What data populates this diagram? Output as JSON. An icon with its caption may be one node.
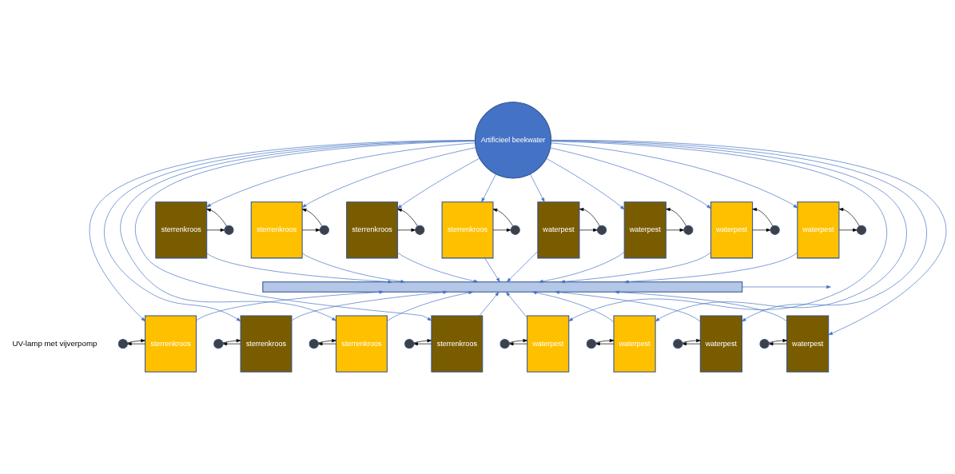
{
  "diagram": {
    "nodes": [
      {
        "text": [
          "Artificieel beekwater"
        ]
      },
      {
        "text": [
          "sterrenkroos"
        ]
      },
      {
        "text": [
          "sterrenkroos"
        ]
      },
      {
        "text": [
          "sterrenkroos"
        ]
      },
      {
        "text": [
          "sterrenkroos"
        ]
      },
      {
        "text": [
          "waterpest"
        ]
      },
      {
        "text": [
          "waterpest"
        ]
      },
      {
        "text": [
          "waterpest"
        ]
      },
      {
        "text": [
          "waterpest"
        ]
      },
      {
        "text": [],
        "shape": "bar"
      },
      {
        "text": [
          "sterrenkroos"
        ]
      },
      {
        "text": [
          "sterrenkroos"
        ]
      },
      {
        "text": [
          "sterrenkroos"
        ]
      },
      {
        "text": [
          "sterrenkroos"
        ]
      },
      {
        "text": [
          "waterpest"
        ]
      },
      {
        "text": [
          "waterpest"
        ]
      },
      {
        "text": [
          "waterpest"
        ]
      },
      {
        "text": [
          "waterpest"
        ]
      },
      {
        "text": [],
        "shape": "circle"
      },
      {
        "text": [],
        "shape": "circle"
      },
      {
        "text": [],
        "shape": "circle"
      },
      {
        "text": [],
        "shape": "circle"
      },
      {
        "text": [],
        "shape": "circle"
      },
      {
        "text": [],
        "shape": "circle"
      },
      {
        "text": [],
        "shape": "circle"
      },
      {
        "text": [],
        "shape": "circle"
      },
      {
        "text": [],
        "shape": "circle"
      },
      {
        "text": [],
        "shape": "circle"
      },
      {
        "text": [],
        "shape": "circle"
      },
      {
        "text": [],
        "shape": "circle"
      },
      {
        "text": [],
        "shape": "circle"
      },
      {
        "text": [],
        "shape": "circle"
      },
      {
        "text": [],
        "shape": "circle"
      },
      {
        "text": [],
        "shape": "circle"
      }
    ],
    "edges": [
      {
        "from": 0,
        "to": 1,
        "arrow": "to"
      },
      {
        "from": 0,
        "to": 2,
        "arrow": "to"
      },
      {
        "from": 0,
        "to": 3,
        "arrow": "to"
      },
      {
        "from": 0,
        "to": 4,
        "arrow": "to"
      },
      {
        "from": 0,
        "to": 5,
        "arrow": "to"
      },
      {
        "from": 0,
        "to": 6,
        "arrow": "to"
      },
      {
        "from": 0,
        "to": 7,
        "arrow": "to"
      },
      {
        "from": 0,
        "to": 8,
        "arrow": "to"
      },
      {
        "from": 0,
        "to": 10,
        "arrow": "to"
      },
      {
        "from": 0,
        "to": 11,
        "arrow": "to"
      },
      {
        "from": 0,
        "to": 12,
        "arrow": "to"
      },
      {
        "from": 0,
        "to": 13,
        "arrow": "to"
      },
      {
        "from": 0,
        "to": 14,
        "arrow": "to"
      },
      {
        "from": 0,
        "to": 15,
        "arrow": "to"
      },
      {
        "from": 0,
        "to": 16,
        "arrow": "to"
      },
      {
        "from": 0,
        "to": 17,
        "arrow": "to"
      },
      {
        "from": 1,
        "to": 9,
        "arrow": "to"
      },
      {
        "from": 2,
        "to": 9,
        "arrow": "to"
      },
      {
        "from": 3,
        "to": 9,
        "arrow": "to"
      },
      {
        "from": 4,
        "to": 9,
        "arrow": "to"
      },
      {
        "from": 5,
        "to": 9,
        "arrow": "to"
      },
      {
        "from": 6,
        "to": 9,
        "arrow": "to"
      },
      {
        "from": 7,
        "to": 9,
        "arrow": "to"
      },
      {
        "from": 8,
        "to": 9,
        "arrow": "to"
      },
      {
        "from": 10,
        "to": 9,
        "arrow": "to"
      },
      {
        "from": 11,
        "to": 9,
        "arrow": "to"
      },
      {
        "from": 12,
        "to": 9,
        "arrow": "to"
      },
      {
        "from": 13,
        "to": 9,
        "arrow": "to"
      },
      {
        "from": 14,
        "to": 9,
        "arrow": "to"
      },
      {
        "from": 15,
        "to": 9,
        "arrow": "to"
      },
      {
        "from": 16,
        "to": 9,
        "arrow": "to"
      },
      {
        "from": 17,
        "to": 9,
        "arrow": "to"
      },
      {
        "from": 9,
        "to": null,
        "arrow": "to"
      },
      {
        "from": 1,
        "to": 18,
        "arrow": "to",
        "color": "#000000"
      },
      {
        "from": 18,
        "to": 1,
        "arrow": "to",
        "color": "#000000"
      },
      {
        "from": 2,
        "to": 19,
        "arrow": "to",
        "color": "#000000"
      },
      {
        "from": 19,
        "to": 2,
        "arrow": "to",
        "color": "#000000"
      },
      {
        "from": 3,
        "to": 20,
        "arrow": "to",
        "color": "#000000"
      },
      {
        "from": 20,
        "to": 3,
        "arrow": "to",
        "color": "#000000"
      },
      {
        "from": 4,
        "to": 21,
        "arrow": "to",
        "color": "#000000"
      },
      {
        "from": 21,
        "to": 4,
        "arrow": "to",
        "color": "#000000"
      },
      {
        "from": 5,
        "to": 22,
        "arrow": "to",
        "color": "#000000"
      },
      {
        "from": 22,
        "to": 5,
        "arrow": "to",
        "color": "#000000"
      },
      {
        "from": 6,
        "to": 23,
        "arrow": "to",
        "color": "#000000"
      },
      {
        "from": 23,
        "to": 6,
        "arrow": "to",
        "color": "#000000"
      },
      {
        "from": 7,
        "to": 24,
        "arrow": "to",
        "color": "#000000"
      },
      {
        "from": 24,
        "to": 7,
        "arrow": "to",
        "color": "#000000"
      },
      {
        "from": 8,
        "to": 25,
        "arrow": "to",
        "color": "#000000"
      },
      {
        "from": 25,
        "to": 8,
        "arrow": "to",
        "color": "#000000"
      },
      {
        "from": 10,
        "to": 26,
        "arrow": "to",
        "color": "#000000"
      },
      {
        "from": 26,
        "to": 10,
        "arrow": "to",
        "color": "#000000"
      },
      {
        "from": 11,
        "to": 27,
        "arrow": "to",
        "color": "#000000"
      },
      {
        "from": 27,
        "to": 11,
        "arrow": "to",
        "color": "#000000"
      },
      {
        "from": 12,
        "to": 28,
        "arrow": "to",
        "color": "#000000"
      },
      {
        "from": 28,
        "to": 12,
        "arrow": "to",
        "color": "#000000"
      },
      {
        "from": 13,
        "to": 29,
        "arrow": "to",
        "color": "#000000"
      },
      {
        "from": 29,
        "to": 13,
        "arrow": "to",
        "color": "#000000"
      },
      {
        "from": 14,
        "to": 30,
        "arrow": "to",
        "color": "#000000"
      },
      {
        "from": 30,
        "to": 14,
        "arrow": "to",
        "color": "#000000"
      },
      {
        "from": 15,
        "to": 31,
        "arrow": "to",
        "color": "#000000"
      },
      {
        "from": 31,
        "to": 15,
        "arrow": "to",
        "color": "#000000"
      },
      {
        "from": 16,
        "to": 32,
        "arrow": "to",
        "color": "#000000"
      },
      {
        "from": 32,
        "to": 16,
        "arrow": "to",
        "color": "#000000"
      },
      {
        "from": 17,
        "to": 33,
        "arrow": "to",
        "color": "#000000"
      },
      {
        "from": 33,
        "to": 17,
        "arrow": "to",
        "color": "#000000"
      }
    ],
    "labels": [
      "UV-lamp met vijverpomp"
    ]
  }
}
